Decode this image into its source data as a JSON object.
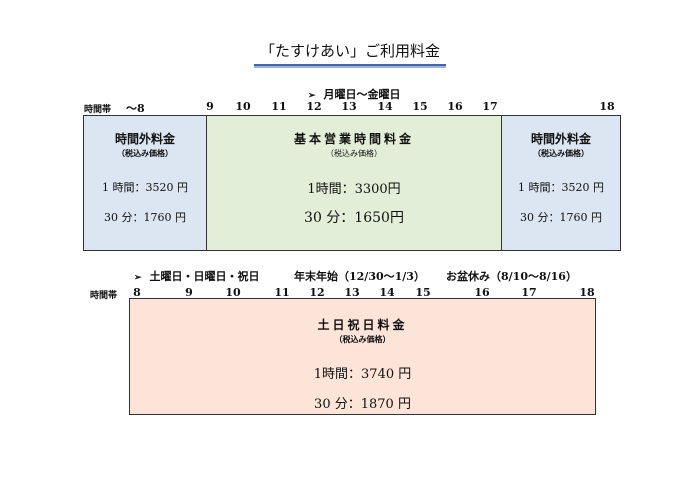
{
  "title": "「たすけあい」ご利用料金",
  "weekday": {
    "arrow": "➢",
    "label": "月曜日～金曜日",
    "axis_label": "時間帯",
    "start_label": "～8",
    "ticks": [
      "9",
      "10",
      "11",
      "12",
      "13",
      "14",
      "15",
      "16",
      "17",
      "18"
    ],
    "overtime_left": {
      "heading": "時間外料金",
      "tax_note": "（税込み価格）",
      "price_1h": "1 時間：3520 円",
      "price_30m": "30 分：1760 円"
    },
    "base": {
      "heading": "基本営業時間料金",
      "tax_note": "（税込み価格）",
      "price_1h": "1時間：3300円",
      "price_30m": "30 分：1650円"
    },
    "overtime_right": {
      "heading": "時間外料金",
      "tax_note": "（税込み価格）",
      "price_1h": "1 時間：3520 円",
      "price_30m": "30 分：1760 円"
    }
  },
  "holiday": {
    "arrow": "➢",
    "label_days": "土曜日・日曜日・祝日",
    "label_newyear": "年末年始（12/30～1/3）",
    "label_obon": "お盆休み（8/10～8/16）",
    "axis_label": "時間帯",
    "ticks": [
      "8",
      "9",
      "10",
      "11",
      "12",
      "13",
      "14",
      "15",
      "16",
      "17",
      "18"
    ],
    "box": {
      "heading": "土日祝日料金",
      "tax_note": "（税込み価格）",
      "price_1h": "1時間：3740 円",
      "price_30m": "30 分：1870 円"
    }
  }
}
